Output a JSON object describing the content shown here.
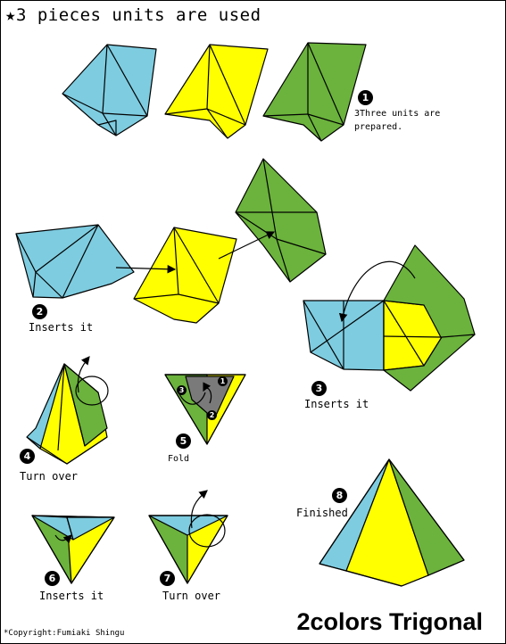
{
  "header": {
    "star": "★",
    "text": "3 pieces units are used"
  },
  "steps": [
    {
      "num": "1",
      "caption_line1": "3Three units are",
      "caption_line2": "prepared."
    },
    {
      "num": "2",
      "caption": "Inserts it"
    },
    {
      "num": "3",
      "caption": "Inserts it"
    },
    {
      "num": "4",
      "caption": "Turn over"
    },
    {
      "num": "5",
      "caption": "Fold"
    },
    {
      "num": "6",
      "caption": "Inserts it"
    },
    {
      "num": "7",
      "caption": "Turn over"
    },
    {
      "num": "8",
      "caption": "Finished"
    }
  ],
  "inner_marks": {
    "m1": "1",
    "m2": "2",
    "m3": "3"
  },
  "title": "2colors Trigonal",
  "copyright": "*Copyright:Fumiaki Shingu",
  "colors": {
    "blue": "#7ecce0",
    "yellow": "#ffff00",
    "green": "#6bb33c",
    "gray": "#7a7a7a",
    "outline": "#000000"
  }
}
